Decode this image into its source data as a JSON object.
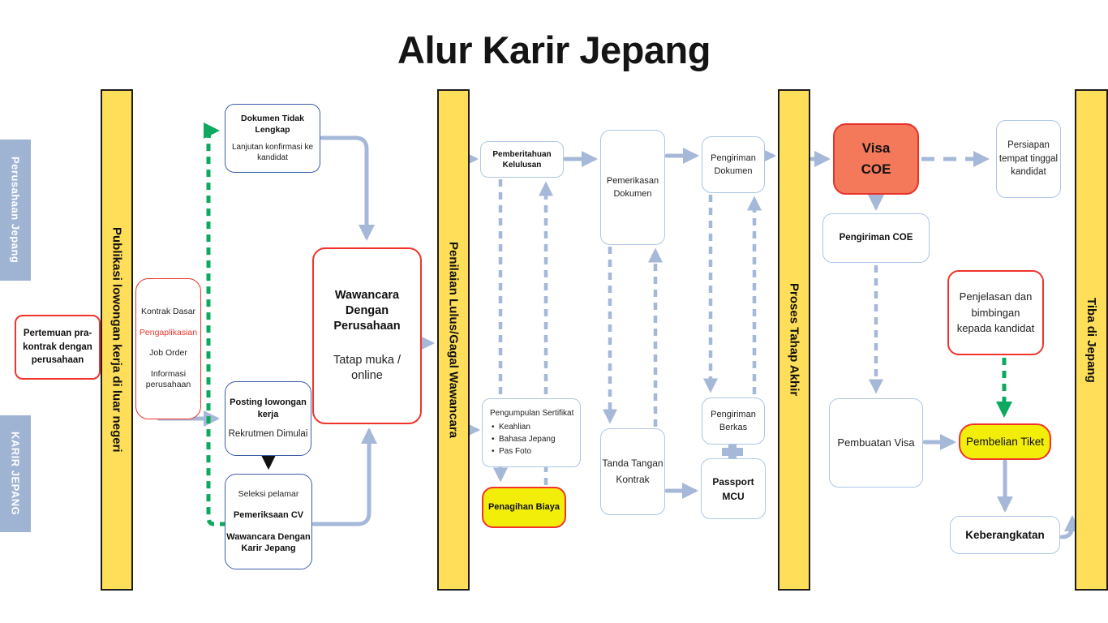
{
  "title": "Alur Karir Jepang",
  "colors": {
    "lane_yellow": "#FFDE59",
    "side_blue": "#9FB4D3",
    "connector_blue": "#A6B8D8",
    "green": "#0CA95F",
    "red_border": "#F0342C",
    "navy_border": "#3D5DA8",
    "light_blue_border": "#AEC6E6",
    "visa_orange": "#F4795B",
    "highlight_yellow": "#F2EE0A"
  },
  "side_labels": {
    "top": "Perusahaan Jepang",
    "bottom": "KARIR JEPANG"
  },
  "lanes": {
    "publikasi": "Publikasi lowongan kerja di luar negeri",
    "penilaian": "Penilaian Lulus/Gagal Wawancara",
    "proses": "Proses Tahap Akhir",
    "tiba": "Tiba di Jepang"
  },
  "nodes": {
    "pertemuan": {
      "label": "Pertemuan pra-kontrak dengan perusahaan"
    },
    "kontrak": {
      "line1": "Kontrak Dasar",
      "line2": "Pengaplikasian",
      "line3": "Job Order",
      "line4": "Informasi perusahaan"
    },
    "dokumen": {
      "title": "Dokumen Tidak Lengkap",
      "body": "Lanjutan konfirmasi ke kandidat"
    },
    "posting": {
      "title": "Posting lowongan kerja",
      "body": "Rekrutmen Dimulai"
    },
    "seleksi": {
      "line1": "Seleksi pelamar",
      "line2": "Pemeriksaan CV",
      "line3": "Wawancara Dengan Karir Jepang"
    },
    "wawancara": {
      "title": "Wawancara Dengan Perusahaan",
      "body": "Tatap muka / online"
    },
    "pemberitahuan": {
      "label": "Pemberitahuan Kelulusan"
    },
    "pengumpulan": {
      "title": "Pengumpulan Sertifikat",
      "items": [
        "Keahlian",
        "Bahasa Jepang",
        "Pas Foto"
      ]
    },
    "penagihan": {
      "label": "Penagihan Biaya"
    },
    "pemerikasan": {
      "label": "Pemerikasan Dokumen"
    },
    "tanda": {
      "label": "Tanda Tangan Kontrak"
    },
    "pengiriman_dokumen": {
      "label": "Pengiriman Dokumen"
    },
    "pengiriman_berkas": {
      "label": "Pengiriman Berkas"
    },
    "passport": {
      "label": "Passport MCU"
    },
    "visa_coe": {
      "line1": "Visa",
      "line2": "COE"
    },
    "pengiriman_coe": {
      "label": "Pengiriman COE"
    },
    "pembuatan_visa": {
      "label": "Pembuatan Visa"
    },
    "persiapan": {
      "label": "Persiapan tempat tinggal kandidat"
    },
    "penjelasan": {
      "label": "Penjelasan dan bimbingan kepada kandidat"
    },
    "pembelian": {
      "label": "Pembelian Tiket"
    },
    "keberangkatan": {
      "label": "Keberangkatan"
    }
  }
}
